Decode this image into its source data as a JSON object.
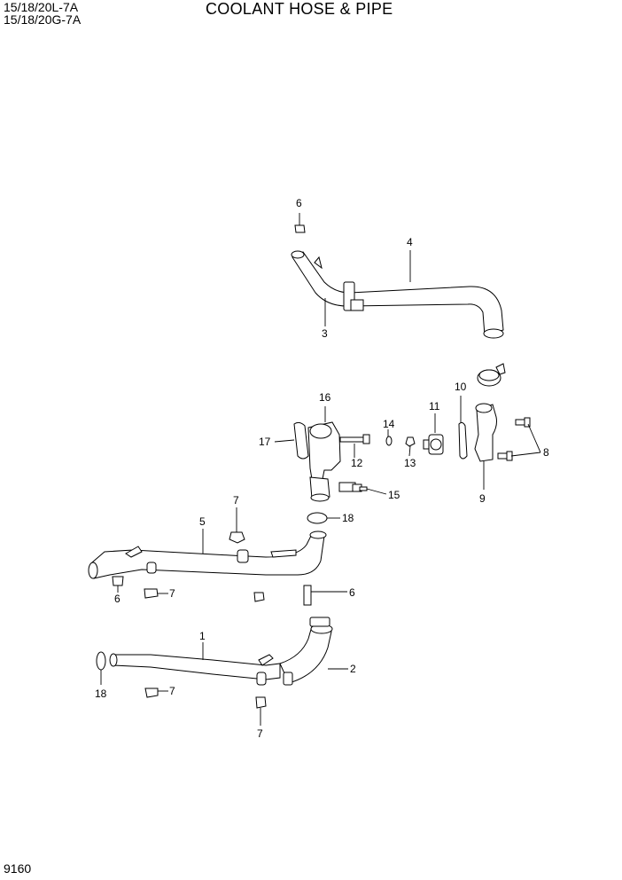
{
  "header": {
    "model_line_1": "15/18/20L-7A",
    "model_line_2": "15/18/20G-7A",
    "title": "COOLANT HOSE & PIPE"
  },
  "footer": {
    "page_number": "9160"
  },
  "callouts": {
    "c1": "1",
    "c2": "2",
    "c3": "3",
    "c4": "4",
    "c5": "5",
    "c6a": "6",
    "c6b": "6",
    "c6c": "6",
    "c7a": "7",
    "c7b": "7",
    "c7c": "7",
    "c7d": "7",
    "c8": "8",
    "c9": "9",
    "c10": "10",
    "c11": "11",
    "c12": "12",
    "c13": "13",
    "c14": "14",
    "c15": "15",
    "c16": "16",
    "c17": "17",
    "c18a": "18",
    "c18b": "18"
  }
}
